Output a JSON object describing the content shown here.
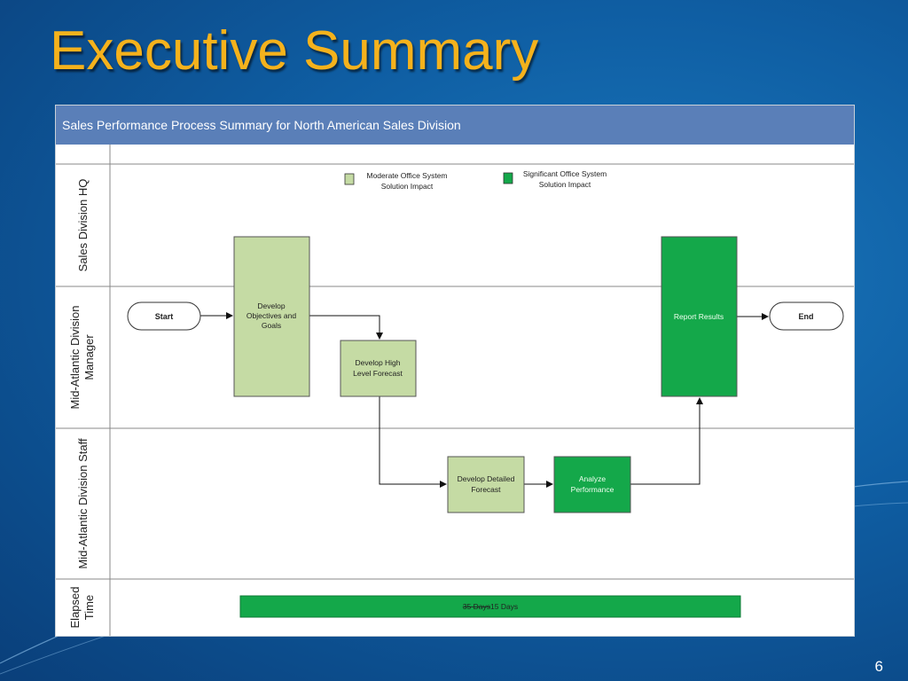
{
  "slide": {
    "title": "Executive Summary",
    "page_number": "6"
  },
  "diagram": {
    "header": "Sales Performance Process Summary for North American Sales Division",
    "lanes": [
      {
        "label_lines": [
          "Sales Division HQ"
        ]
      },
      {
        "label_lines": [
          "Mid-Atlantic Division",
          "Manager"
        ]
      },
      {
        "label_lines": [
          "Mid-Atlantic Division Staff"
        ]
      },
      {
        "label_lines": [
          "Elapsed",
          "Time"
        ]
      }
    ],
    "legend": [
      {
        "lines": [
          "Moderate Office System",
          "Solution Impact"
        ],
        "color": "#c5dba4"
      },
      {
        "lines": [
          "Significant Office System",
          "Solution Impact"
        ],
        "color": "#14a84a"
      }
    ],
    "nodes": {
      "start": "Start",
      "end": "End",
      "develop_objectives": [
        "Develop",
        "Objectives and",
        "Goals"
      ],
      "develop_high_level": [
        "Develop High",
        "Level Forecast"
      ],
      "develop_detailed": [
        "Develop Detailed",
        "Forecast"
      ],
      "analyze": [
        "Analyze",
        "Performance"
      ],
      "report": [
        "Report Results"
      ]
    },
    "elapsed": {
      "old": "35 Days",
      "new": "15 Days"
    },
    "colors": {
      "header_bg": "#5a7fb8",
      "moderate": "#c5dba4",
      "significant": "#14a84a",
      "title": "#f5b21c"
    }
  }
}
